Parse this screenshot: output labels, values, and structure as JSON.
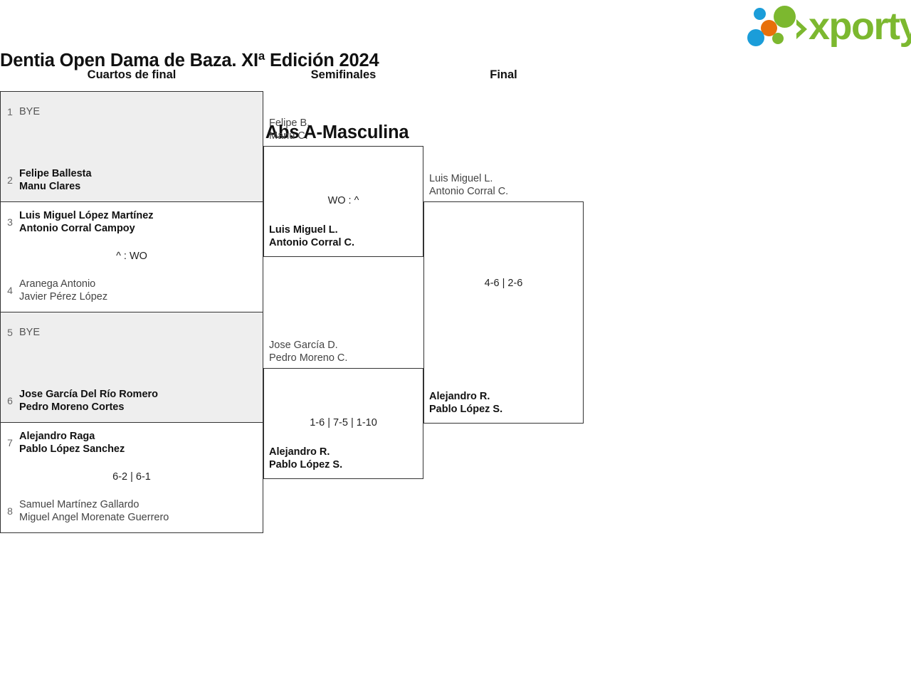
{
  "header": {
    "title_line_1": "Dentia Open Dama de Baza. XIª Edición 2024",
    "title_line_2": "Cuadro de consolación. Previa Abs A-Masculina",
    "logo_text": "xporty",
    "logo_colors": {
      "green": "#7cb82f",
      "blue": "#1b9dd9",
      "orange": "#e8700a"
    }
  },
  "rounds": [
    {
      "label": "Cuartos de final"
    },
    {
      "label": "Semifinales"
    },
    {
      "label": "Final"
    }
  ],
  "bracket": {
    "quarterfinals": [
      {
        "top": {
          "seed": "1",
          "line1": "BYE",
          "line2": "",
          "status": "bye"
        },
        "bottom": {
          "seed": "2",
          "line1": "Felipe Ballesta",
          "line2": "Manu Clares",
          "status": "winner"
        },
        "score": ""
      },
      {
        "top": {
          "seed": "3",
          "line1": "Luis Miguel López Martínez",
          "line2": "Antonio Corral Campoy",
          "status": "winner"
        },
        "bottom": {
          "seed": "4",
          "line1": "Aranega Antonio",
          "line2": "Javier Pérez López",
          "status": "loser"
        },
        "score": "^ : WO"
      },
      {
        "top": {
          "seed": "5",
          "line1": "BYE",
          "line2": "",
          "status": "bye"
        },
        "bottom": {
          "seed": "6",
          "line1": "Jose García Del Río Romero",
          "line2": "Pedro Moreno Cortes",
          "status": "winner"
        },
        "score": ""
      },
      {
        "top": {
          "seed": "7",
          "line1": "Alejandro Raga",
          "line2": "Pablo López Sanchez",
          "status": "winner"
        },
        "bottom": {
          "seed": "8",
          "line1": "Samuel Martínez Gallardo",
          "line2": "Miguel Angel Morenate Guerrero",
          "status": "loser"
        },
        "score": "6-2 | 6-1"
      }
    ],
    "semifinals": [
      {
        "top": {
          "line1": "Felipe B.",
          "line2": "Manu C.",
          "status": "loser"
        },
        "bottom": {
          "line1": "Luis Miguel L.",
          "line2": "Antonio Corral C.",
          "status": "winner"
        },
        "score": "WO : ^"
      },
      {
        "top": {
          "line1": "Jose García D.",
          "line2": "Pedro Moreno C.",
          "status": "loser"
        },
        "bottom": {
          "line1": "Alejandro R.",
          "line2": "Pablo López S.",
          "status": "winner"
        },
        "score": "1-6 | 7-5 | 1-10"
      }
    ],
    "final": [
      {
        "top": {
          "line1": "Luis Miguel L.",
          "line2": "Antonio Corral C.",
          "status": "loser"
        },
        "bottom": {
          "line1": "Alejandro R.",
          "line2": "Pablo López S.",
          "status": "winner"
        },
        "score": "4-6 | 2-6"
      }
    ]
  }
}
